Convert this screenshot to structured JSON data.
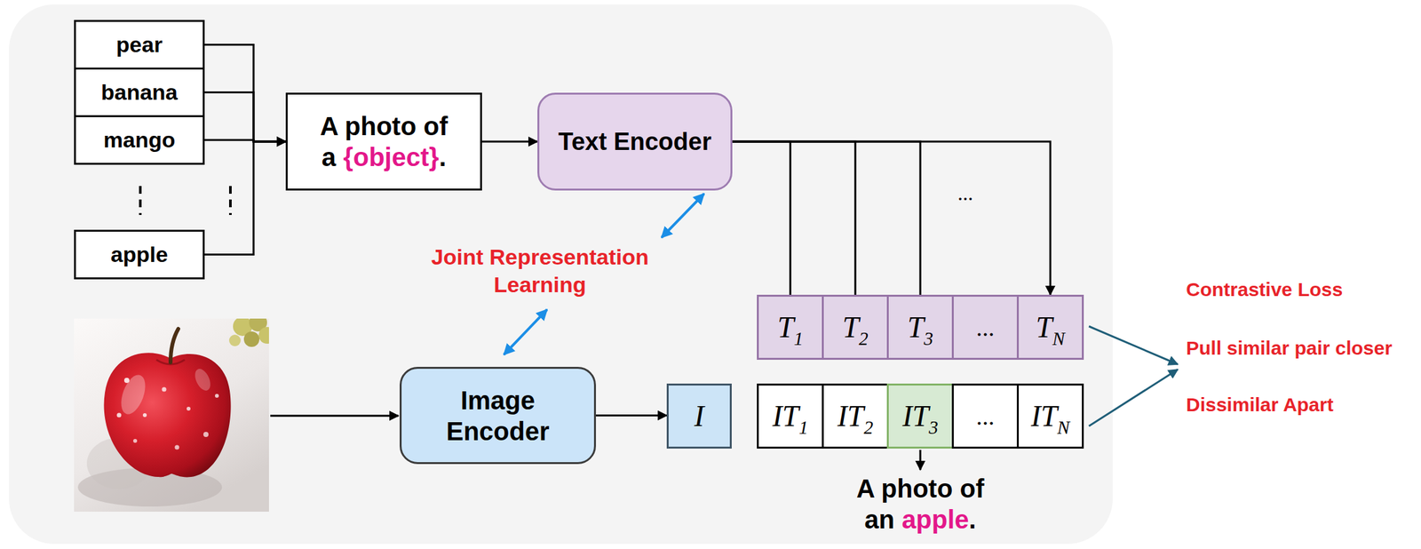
{
  "diagram": {
    "nodes": [
      {
        "text": [
          "pear"
        ]
      },
      {
        "text": [
          "banana"
        ]
      },
      {
        "text": [
          "mango"
        ]
      },
      {
        "text": [
          "apple"
        ]
      },
      {
        "text": [
          "A photo of a",
          "{object}",
          "."
        ]
      },
      {
        "text": [
          "Text Encoder"
        ]
      },
      {
        "text": [
          "Image Encoder"
        ]
      },
      {
        "text": [
          "I"
        ]
      },
      {
        "text": [
          "T",
          "1"
        ]
      },
      {
        "text": [
          "T",
          "2"
        ]
      },
      {
        "text": [
          "T",
          "3"
        ]
      },
      {
        "text": [
          "..."
        ]
      },
      {
        "text": [
          "T",
          "N"
        ]
      },
      {
        "text": [
          "IT",
          "1"
        ]
      },
      {
        "text": [
          "IT",
          "2"
        ]
      },
      {
        "text": [
          "IT",
          "3"
        ]
      },
      {
        "text": [
          "..."
        ]
      },
      {
        "text": [
          "IT",
          "N"
        ]
      }
    ],
    "edges": [
      {
        "from": 0,
        "to": 4,
        "arrow": "to"
      },
      {
        "from": 1,
        "to": 4,
        "arrow": "to"
      },
      {
        "from": 2,
        "to": 4,
        "arrow": "to"
      },
      {
        "from": 3,
        "to": 4,
        "arrow": "to"
      },
      {
        "from": 4,
        "to": 5,
        "arrow": "to"
      },
      {
        "from": 5,
        "to": 8,
        "arrow": "none"
      },
      {
        "from": 5,
        "to": 9,
        "arrow": "none"
      },
      {
        "from": 5,
        "to": 10,
        "arrow": "none"
      },
      {
        "from": 5,
        "to": 12,
        "arrow": "to"
      },
      {
        "from": 6,
        "to": 7,
        "arrow": "to"
      }
    ],
    "labels": [
      "...",
      "Joint Representation Learning",
      "A photo of an",
      "apple",
      ".",
      "Contrastive Loss",
      "Pull similar pair closer",
      "Dissimilar Apart"
    ]
  }
}
